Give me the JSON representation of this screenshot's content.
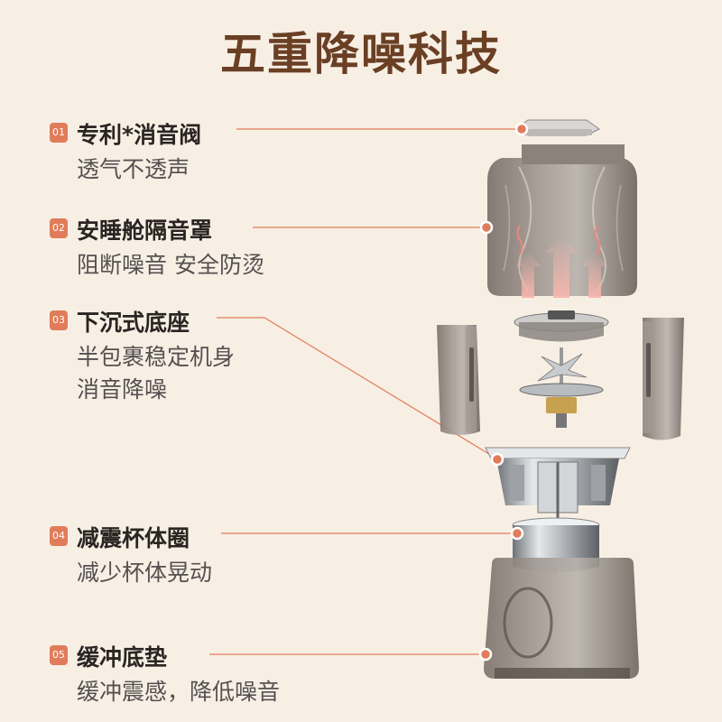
{
  "title": "五重降噪科技",
  "features": [
    {
      "num": "01",
      "title": "专利*消音阀",
      "desc": [
        "透气不透声"
      ]
    },
    {
      "num": "02",
      "title": "安睡舱隔音罩",
      "desc": [
        "阻断噪音 安全防烫"
      ]
    },
    {
      "num": "03",
      "title": "下沉式底座",
      "desc": [
        "半包裹稳定机身",
        "消音降噪"
      ]
    },
    {
      "num": "04",
      "title": "减震杯体圈",
      "desc": [
        "减少杯体晃动"
      ]
    },
    {
      "num": "05",
      "title": "缓冲底垫",
      "desc": [
        "缓冲震感，降低噪音"
      ]
    }
  ],
  "colors": {
    "accent": "#e07c5a",
    "title": "#6a3f24",
    "background": "#f8efe4"
  }
}
